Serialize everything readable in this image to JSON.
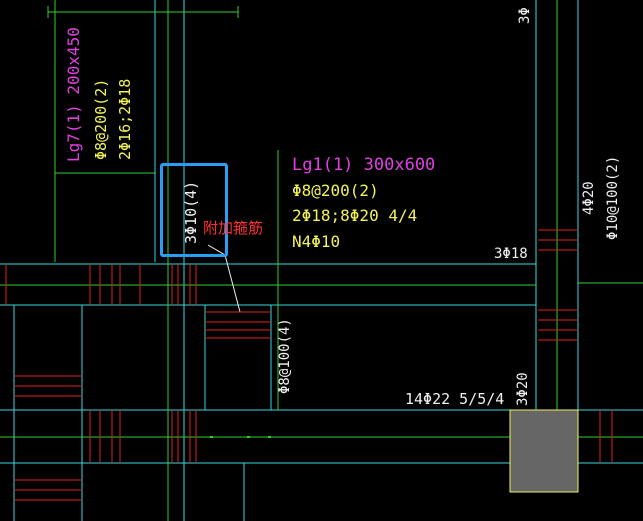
{
  "colors": {
    "background": "#000000",
    "beam_line": "#36d7e0",
    "axis_line": "#2fd12f",
    "rebar": "#e02020",
    "label_magenta": "#e040e0",
    "label_yellow": "#f2f25a",
    "text_white": "#f0f0f0",
    "callout_red": "#ff3030",
    "highlight": "#2a9df4",
    "column_fill": "#666666"
  },
  "beam_lg7": {
    "name": "Lg7(1) 200x450",
    "stirrup": "Φ8@200(2)",
    "longitudinal": "2Φ16;2Φ18"
  },
  "beam_lg1": {
    "name": "Lg1(1) 300x600",
    "stirrup": "Φ8@200(2)",
    "longitudinal": "2Φ18;8Φ20 4/4",
    "side_bars": "N4Φ10"
  },
  "annotations": {
    "top_right": "3Φ",
    "right_1": "4Φ20",
    "right_2": "Φ10@100(2)",
    "bottom_right_top": "3Φ18",
    "highlighted_stirrup": "3Φ10(4)",
    "callout": "附加箍筋",
    "vertical_stirrup": "Φ8@100(4)",
    "bottom_beam": "14Φ22 5/5/4",
    "bottom_right_vertical": "3Φ20"
  }
}
